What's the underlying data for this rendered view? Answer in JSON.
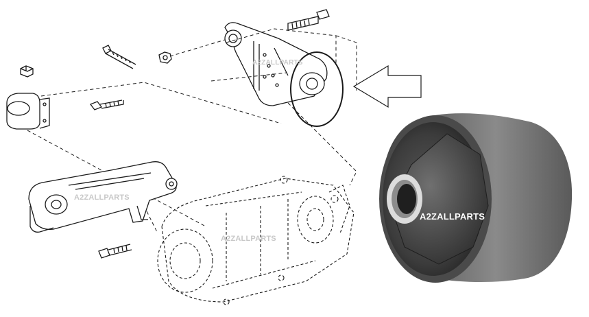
{
  "watermarks": {
    "top": "A2ZALLPARTS",
    "left": "A2ZALLPARTS",
    "bottom": "A2ZALLPARTS",
    "photo": "A2ZALLPARTS"
  },
  "colors": {
    "line": "#1a1a1a",
    "bushing_outer": "#6e6e6e",
    "bushing_dark": "#2a2a2a",
    "bushing_inner_ring": "#d8d8d8"
  }
}
